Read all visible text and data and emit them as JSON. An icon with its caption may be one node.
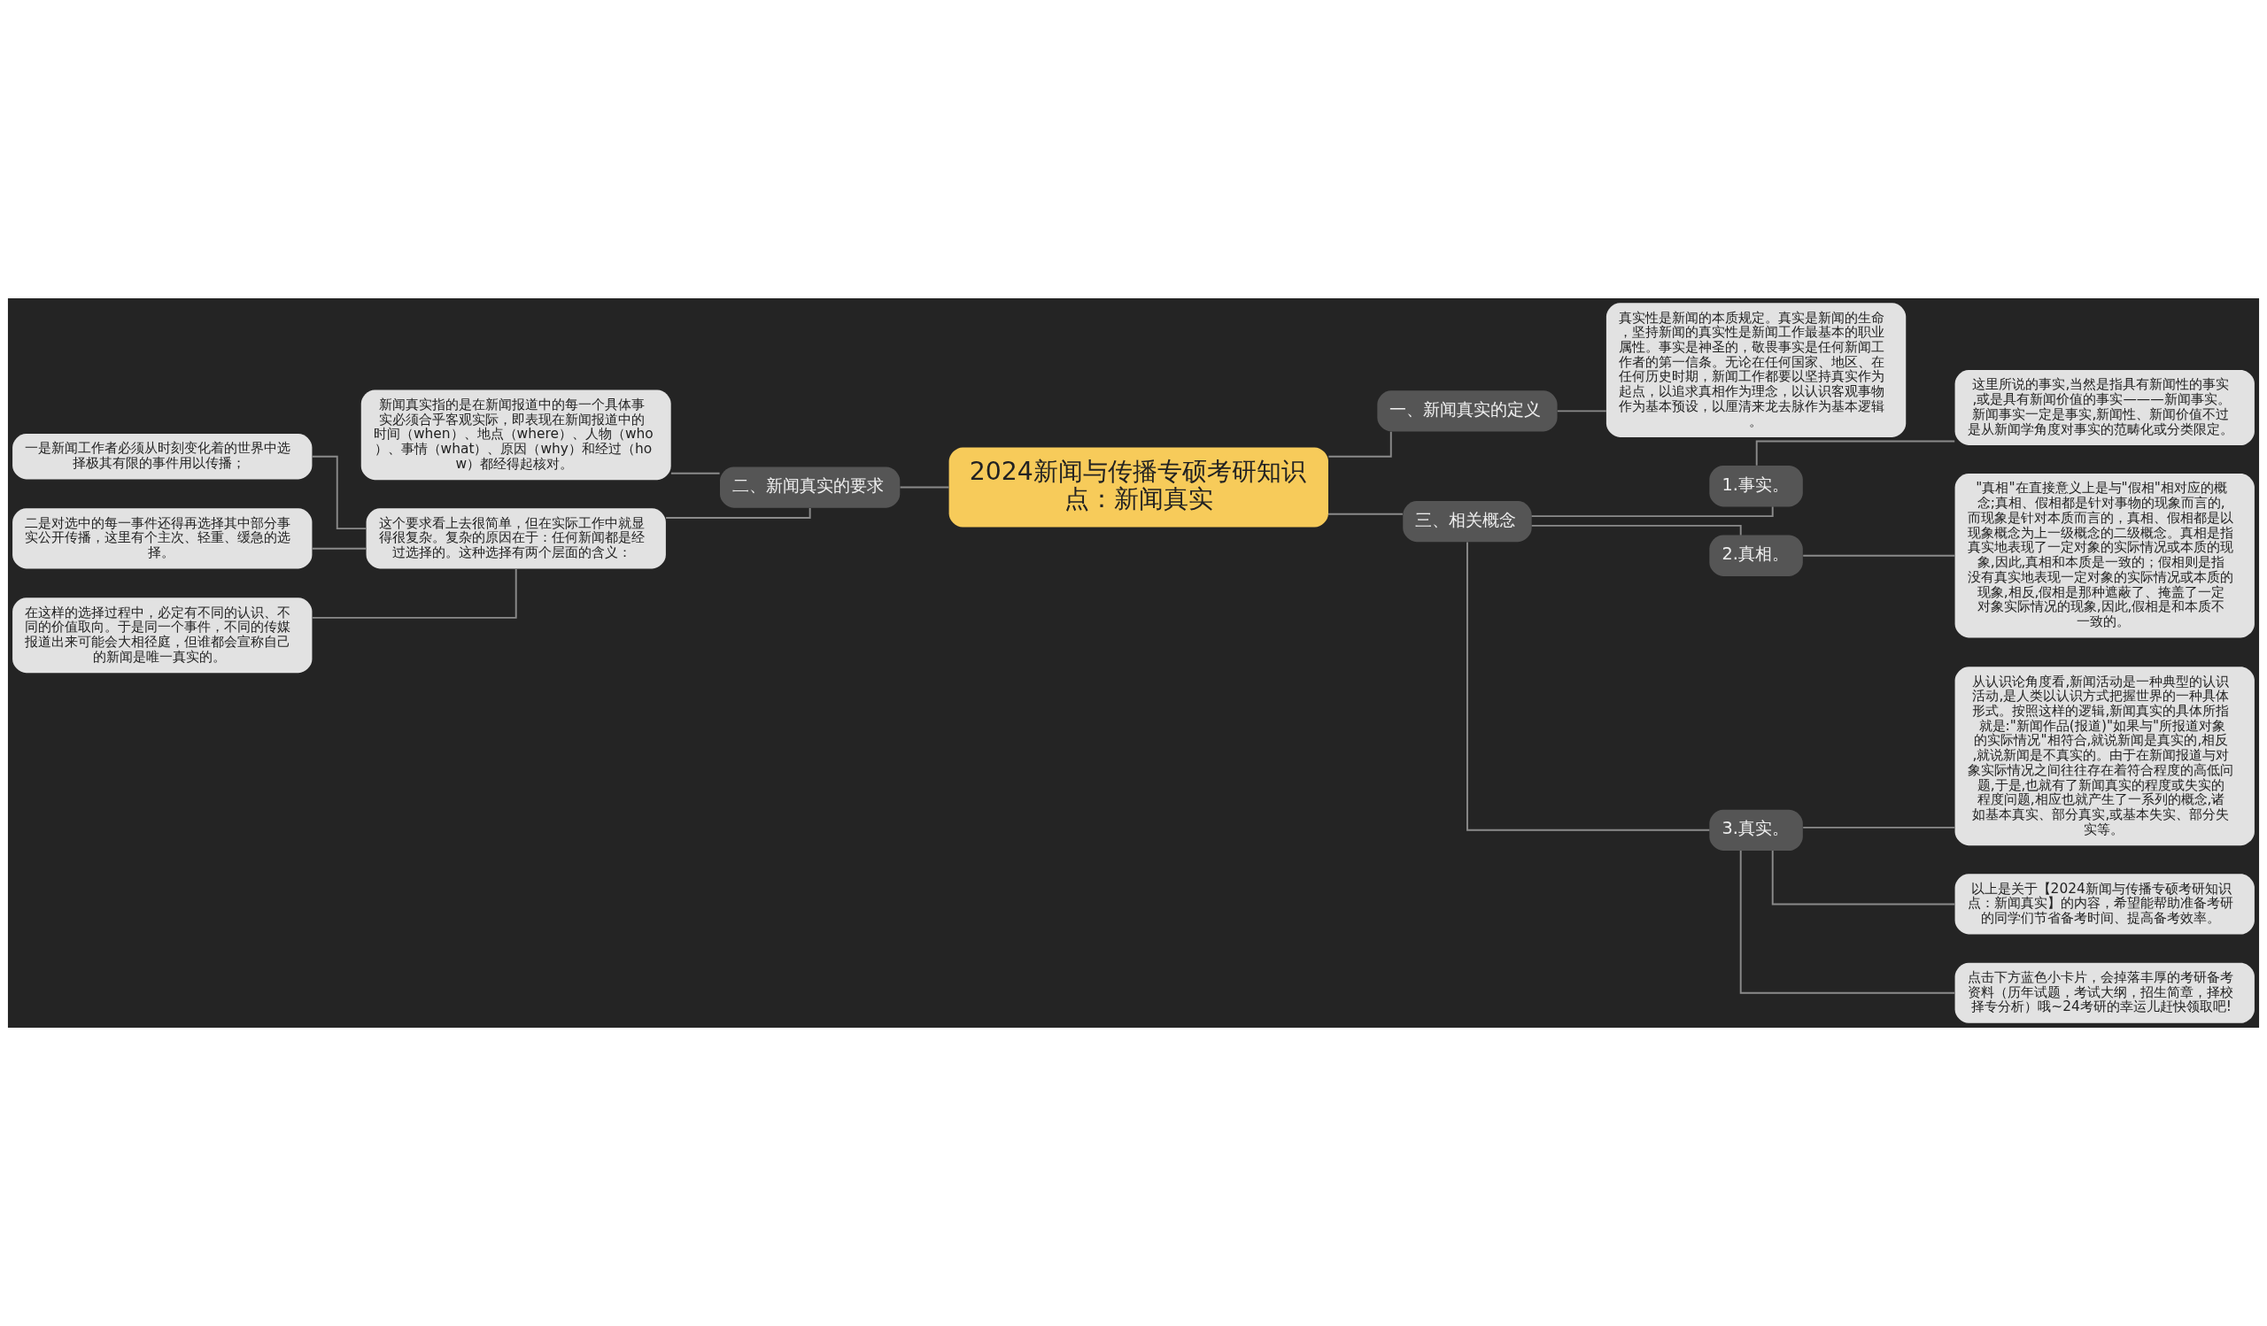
{
  "diagram": {
    "nodes": [
      {
        "text": [
          "2024新闻与传播专硕考研知识点：新闻真实"
        ]
      },
      {
        "text": [
          "二、新闻真实的要求"
        ]
      },
      {
        "text": [
          "新闻真实指的是在新闻报道中的每一个具体事实必须合乎客观实际，即表现在新闻报道中的时间（when）、地点（where）、人物（who）、事情（what）、原因（why）和经过（how）都经得起核对。"
        ]
      },
      {
        "text": [
          "这个要求看上去很简单，但在实际工作中就显得很复杂。复杂的原因在于：任何新闻都是经过选择的。这种选择有两个层面的含义："
        ]
      },
      {
        "text": [
          "一是新闻工作者必须从时刻变化着的世界中选择极其有限的事件用以传播；"
        ]
      },
      {
        "text": [
          "二是对选中的每一事件还得再选择其中部分事实公开传播，这里有个主次、轻重、缓急的选择。"
        ]
      },
      {
        "text": [
          "在这样的选择过程中，必定有不同的认识、不同的价值取向。于是同一个事件，不同的传媒报道出来可能会大相径庭，但谁都会宣称自己的新闻是唯一真实的。"
        ]
      },
      {
        "text": [
          "一、新闻真实的定义"
        ]
      },
      {
        "text": [
          "真实性是新闻的本质规定。真实是新闻的生命，坚持新闻的真实性是新闻工作最基本的职业属性。事实是神圣的，敬畏事实是任何新闻工作者的第一信条。无论在任何国家、地区、在任何历史时期，新闻工作都要以坚持真实作为起点，以追求真相作为理念，以认识客观事物作为基本预设，以厘清来龙去脉作为基本逻辑。"
        ]
      },
      {
        "text": [
          "三、相关概念"
        ]
      },
      {
        "text": [
          "1.事实。"
        ]
      },
      {
        "text": [
          "这里所说的事实,当然是指具有新闻性的事实,或是具有新闻价值的事实———新闻事实。新闻事实一定是事实,新闻性、新闻价值不过是从新闻学角度对事实的范畴化或分类限定。"
        ]
      },
      {
        "text": [
          "2.真相。"
        ]
      },
      {
        "text": [
          "\"真相\"在直接意义上是与\"假相\"相对应的概念;真相、假相都是针对事物的现象而言的,而现象是针对本质而言的，真相、假相都是以现象概念为上一级概念的二级概念。真相是指真实地表现了一定对象的实际情况或本质的现象,因此,真相和本质是一致的；假相则是指没有真实地表现一定对象的实际情况或本质的现象,相反,假相是那种遮蔽了、掩盖了一定对象实际情况的现象,因此,假相是和本质不一致的。"
        ]
      },
      {
        "text": [
          "3.真实。"
        ]
      },
      {
        "text": [
          "从认识论角度看,新闻活动是一种典型的认识活动,是人类以认识方式把握世界的一种具体形式。按照这样的逻辑,新闻真实的具体所指就是:\"新闻作品(报道)\"如果与\"所报道对象的实际情况\"相符合,就说新闻是真实的,相反,就说新闻是不真实的。由于在新闻报道与对象实际情况之间往往存在着符合程度的高低问题,于是,也就有了新闻真实的程度或失实的程度问题,相应也就产生了一系列的概念,诸如基本真实、部分真实,或基本失实、部分失实等。"
        ]
      },
      {
        "text": [
          "以上是关于【2024新闻与传播专硕考研知识点：新闻真实】的内容，希望能帮助准备考研的同学们节省备考时间、提高备考效率。"
        ]
      },
      {
        "text": [
          "点击下方蓝色小卡片，会掉落丰厚的考研备考资料（历年试题，考试大纲，招生简章，择校择专分析）哦~24考研的幸运儿赶快领取吧!"
        ]
      }
    ],
    "edges": [
      {
        "from": 0,
        "to": 1,
        "arrow": "none"
      },
      {
        "from": 1,
        "to": 2,
        "arrow": "none"
      },
      {
        "from": 1,
        "to": 3,
        "arrow": "none"
      },
      {
        "from": 3,
        "to": 4,
        "arrow": "none"
      },
      {
        "from": 3,
        "to": 5,
        "arrow": "none"
      },
      {
        "from": 3,
        "to": 6,
        "arrow": "none"
      },
      {
        "from": 0,
        "to": 7,
        "arrow": "none"
      },
      {
        "from": 7,
        "to": 8,
        "arrow": "none"
      },
      {
        "from": 0,
        "to": 9,
        "arrow": "none"
      },
      {
        "from": 9,
        "to": 10,
        "arrow": "none"
      },
      {
        "from": 10,
        "to": 11,
        "arrow": "none"
      },
      {
        "from": 9,
        "to": 12,
        "arrow": "none"
      },
      {
        "from": 12,
        "to": 13,
        "arrow": "none"
      },
      {
        "from": 9,
        "to": 14,
        "arrow": "none"
      },
      {
        "from": 14,
        "to": 15,
        "arrow": "none"
      },
      {
        "from": 14,
        "to": 16,
        "arrow": "none"
      },
      {
        "from": 14,
        "to": 17,
        "arrow": "none"
      }
    ]
  }
}
